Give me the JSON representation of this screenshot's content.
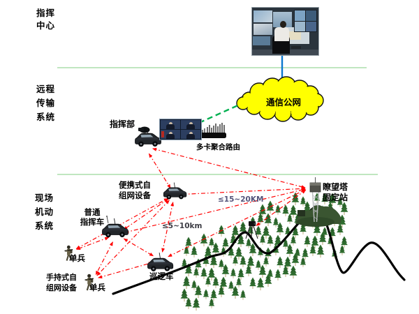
{
  "sections": {
    "command_center": "指挥\n中心",
    "remote_transmission": "远程\n传输\n系统",
    "field_mobile": "现场\n机动\n系统"
  },
  "nodes": {
    "hq": {
      "label": "指挥部"
    },
    "router": {
      "label": "多卡聚合路由"
    },
    "cloud": {
      "label": "通信公网"
    },
    "portable": {
      "label": "便携式自\n组网设备"
    },
    "command_vehicle": {
      "label": "普通\n指挥车"
    },
    "soldier1": {
      "label": "单兵"
    },
    "handheld": {
      "label": "手持式自\n组网设备"
    },
    "soldier2": {
      "label": "单兵"
    },
    "patrol": {
      "label": "巡逻车"
    },
    "tower": {
      "label": "瞭望塔\n固定站"
    }
  },
  "annotations": {
    "distance_long": "≤15~20KM",
    "distance_short": "≤5~10km"
  },
  "network": {
    "edges": [
      {
        "from": "hq",
        "to": "portable"
      },
      {
        "from": "hq",
        "to": "tower"
      },
      {
        "from": "portable",
        "to": "command_vehicle"
      },
      {
        "from": "portable",
        "to": "soldier2"
      },
      {
        "from": "portable",
        "to": "patrol"
      },
      {
        "from": "portable",
        "to": "tower"
      },
      {
        "from": "command_vehicle",
        "to": "tower"
      },
      {
        "from": "command_vehicle",
        "to": "soldier1"
      },
      {
        "from": "command_vehicle",
        "to": "soldier2"
      },
      {
        "from": "command_vehicle",
        "to": "patrol"
      },
      {
        "from": "soldier1",
        "to": "portable"
      },
      {
        "from": "soldier2",
        "to": "patrol"
      },
      {
        "from": "patrol",
        "to": "tower"
      },
      {
        "from": "tower",
        "to": "camera"
      }
    ]
  },
  "colors": {
    "mesh_link": "#ff0000",
    "section_divider": "#9ad89a",
    "public_link": "#00b050",
    "backhaul_link": "#0a77cf",
    "cloud_fill": "#ffff00"
  }
}
